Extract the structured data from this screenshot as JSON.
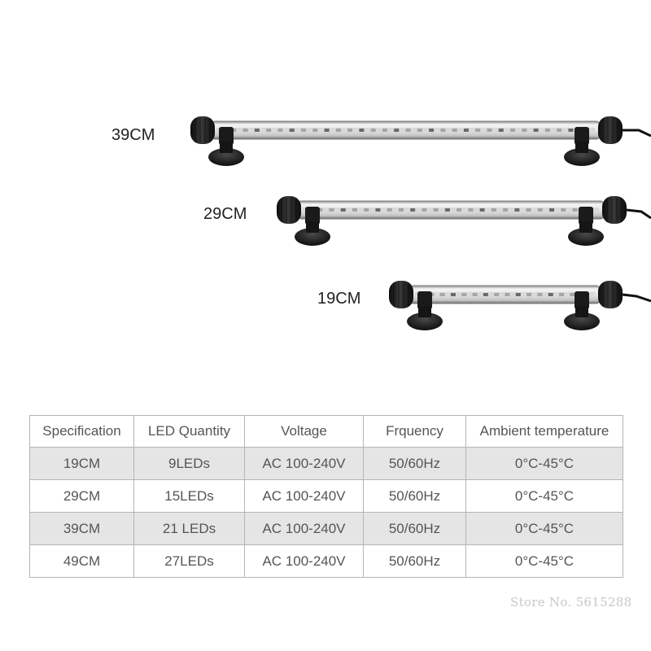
{
  "products": [
    {
      "label": "39CM"
    },
    {
      "label": "29CM"
    },
    {
      "label": "19CM"
    }
  ],
  "table": {
    "headers": [
      "Specification",
      "LED Quantity",
      "Voltage",
      "Frquency",
      "Ambient temperature"
    ],
    "rows": [
      [
        "19CM",
        "9LEDs",
        "AC 100-240V",
        "50/60Hz",
        "0°C-45°C"
      ],
      [
        "29CM",
        "15LEDs",
        "AC 100-240V",
        "50/60Hz",
        "0°C-45°C"
      ],
      [
        "39CM",
        "21 LEDs",
        "AC 100-240V",
        "50/60Hz",
        "0°C-45°C"
      ],
      [
        "49CM",
        "27LEDs",
        "AC 100-240V",
        "50/60Hz",
        "0°C-45°C"
      ]
    ]
  },
  "watermark": "Store No. 5615288"
}
